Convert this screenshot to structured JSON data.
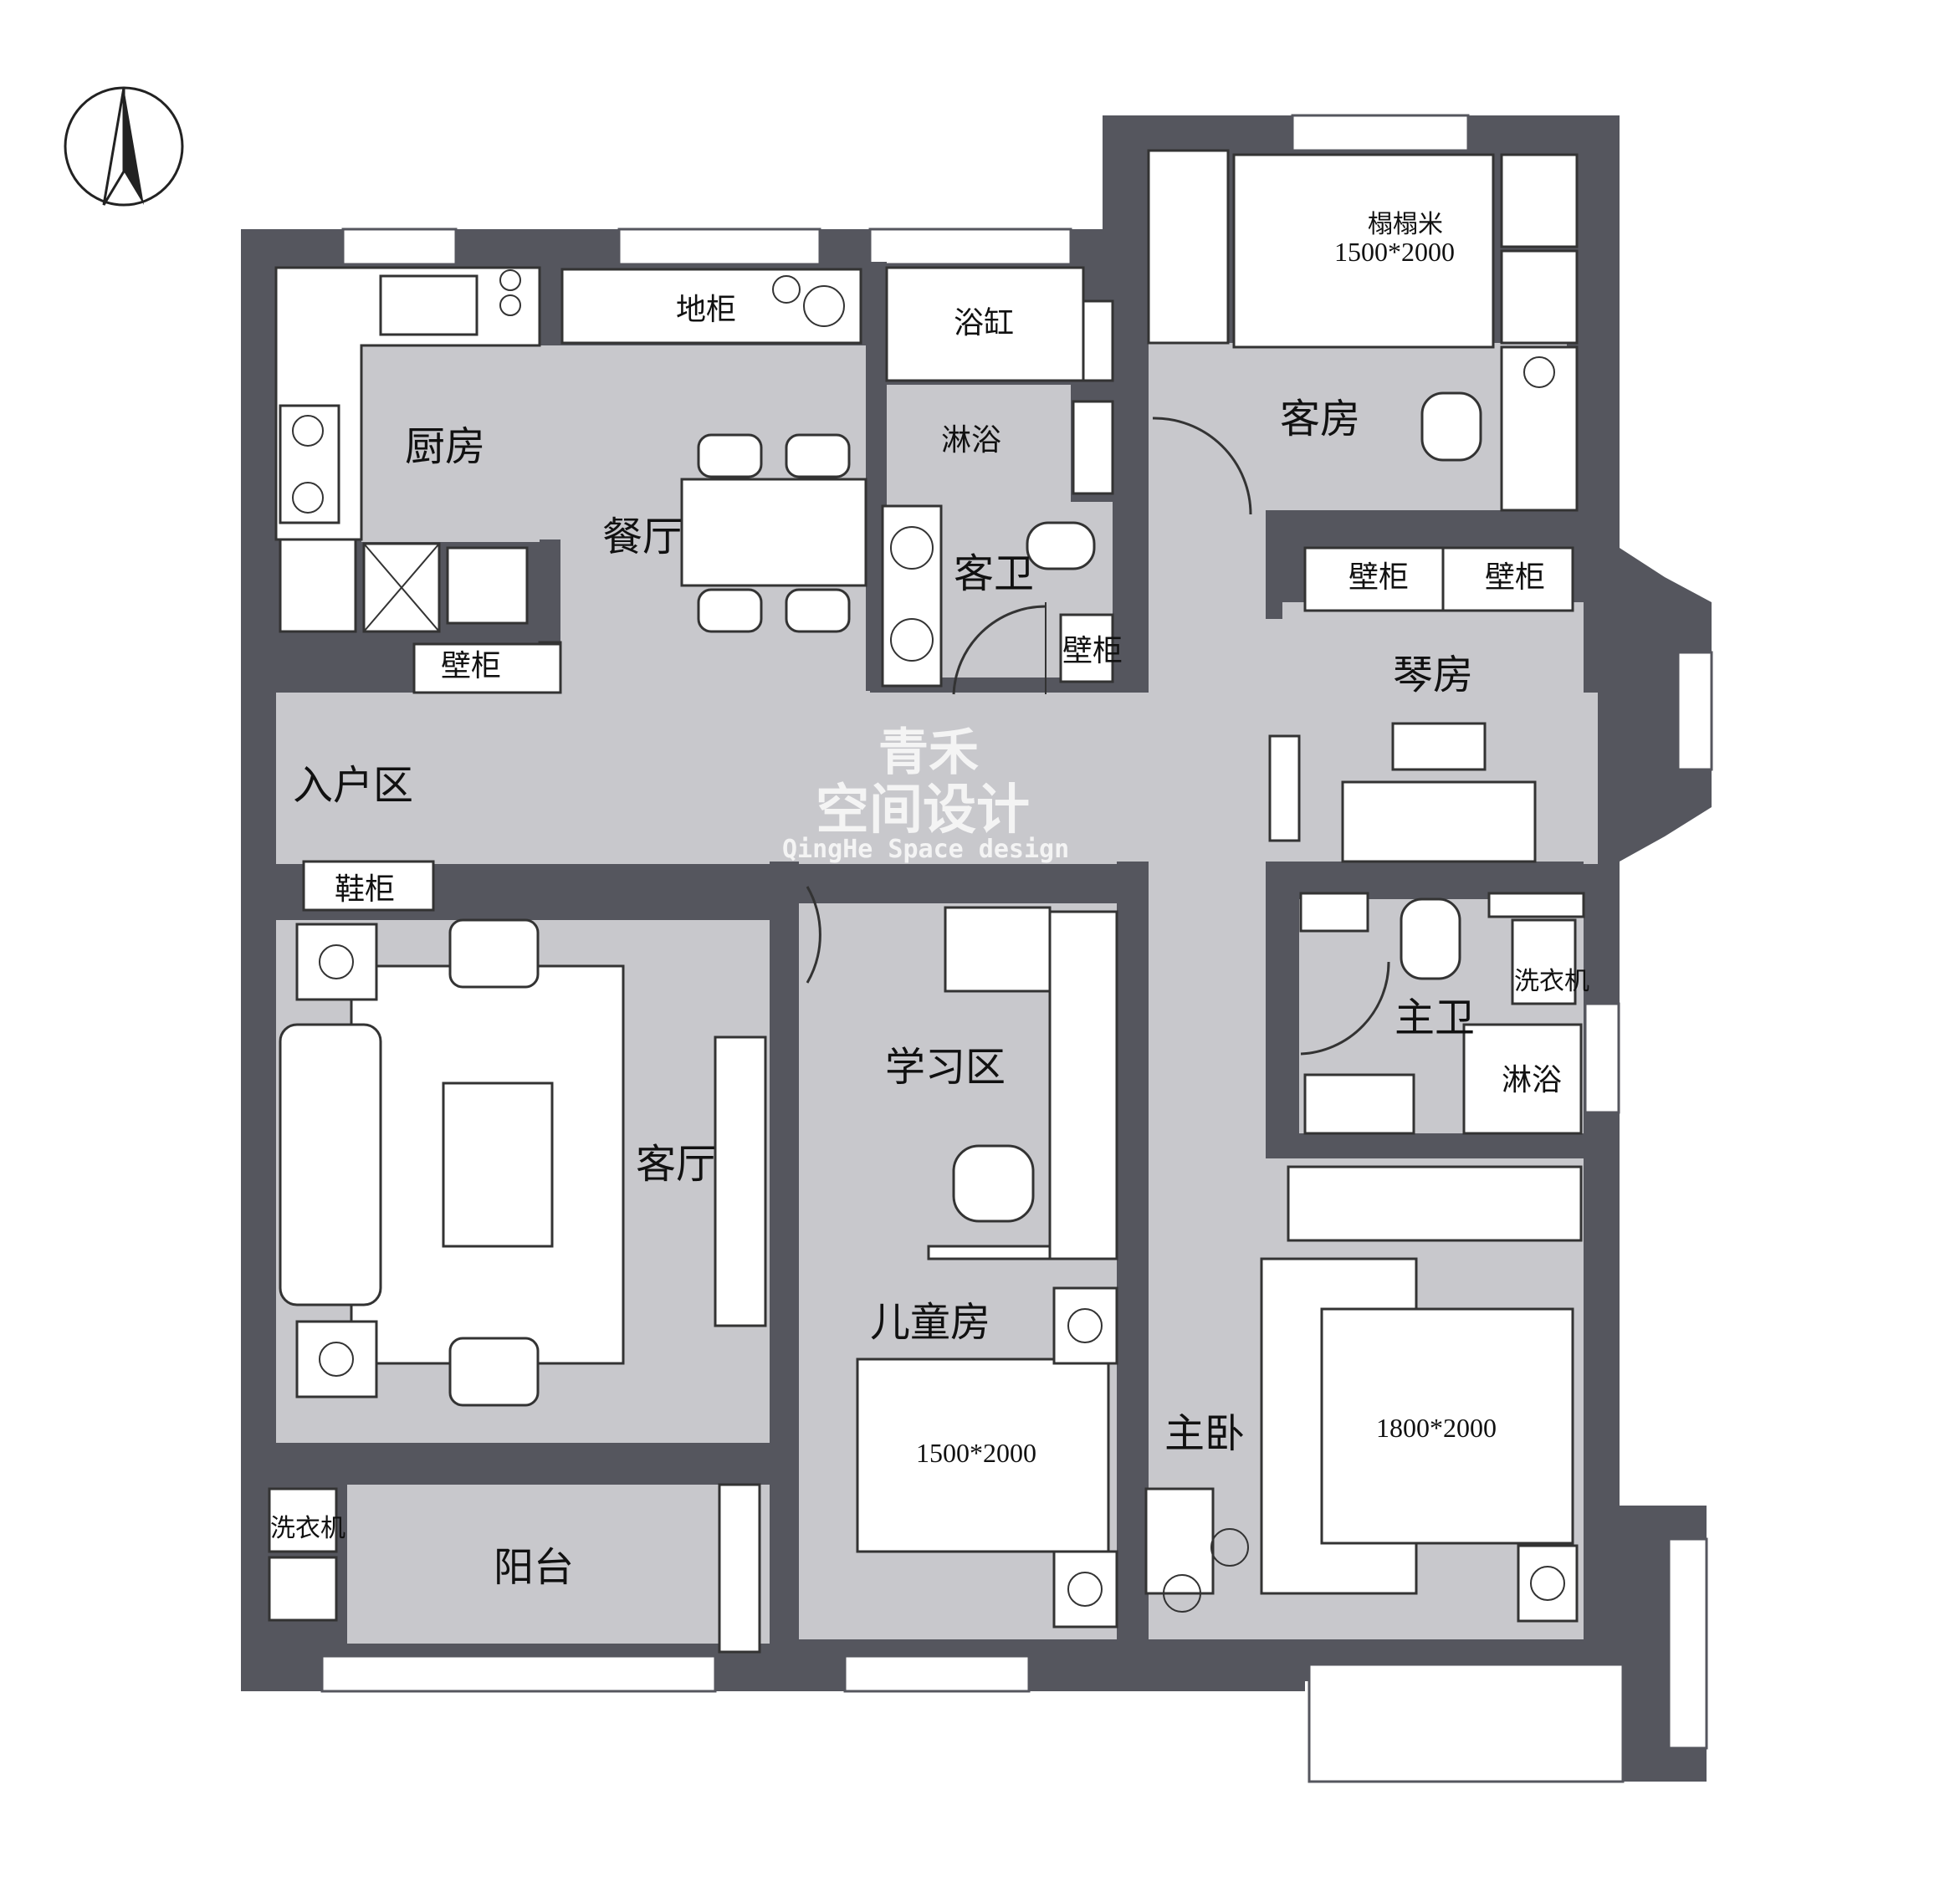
{
  "rooms": {
    "kitchen": "厨房",
    "dining": "餐厅",
    "guest_bath": "客卫",
    "guest_room": "客房",
    "piano_room": "琴房",
    "entry": "入户区",
    "living": "客厅",
    "study": "学习区",
    "kids_room": "儿童房",
    "master_bath": "主卫",
    "master_bed": "主卧",
    "balcony": "阳台"
  },
  "fixtures": {
    "floor_cabinet": "地柜",
    "bathtub": "浴缸",
    "shower_guest": "淋浴",
    "shower_master": "淋浴",
    "wall_cabinet_kitchen": "壁柜",
    "wall_cabinet_bath": "壁柜",
    "wall_cabinet_piano_1": "壁柜",
    "wall_cabinet_piano_2": "壁柜",
    "shoe_cabinet": "鞋柜",
    "washer_master": "洗衣机",
    "washer_balcony": "洗衣机",
    "tatami": "榻榻米"
  },
  "beds": {
    "tatami_size": "1500*2000",
    "kids_size": "1500*2000",
    "master_size": "1800*2000"
  },
  "watermark": {
    "line1": "青禾",
    "line2": "空间设计",
    "line3": "QingHe Space design"
  },
  "icons": {
    "compass": "north-arrow-icon"
  },
  "colors": {
    "wall": "#55565e",
    "floor": "#c8c8cc",
    "window": "#ffffff"
  }
}
